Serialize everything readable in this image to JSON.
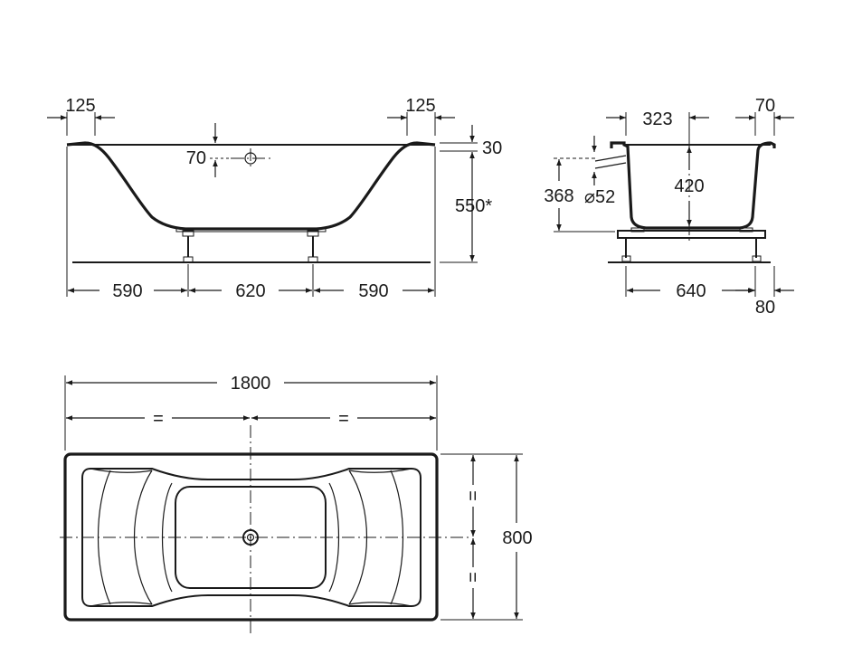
{
  "side_view": {
    "rim_left": "125",
    "rim_right": "125",
    "overflow_drop": "70",
    "rim_thickness": "30",
    "height": "550*",
    "leg_left": "590",
    "leg_middle": "620",
    "leg_right": "590"
  },
  "end_view": {
    "inner_top": "323",
    "rim": "70",
    "outlet_height": "368",
    "outlet_diameter": "⌀52",
    "depth": "420",
    "base_width": "640",
    "foot": "80"
  },
  "top_view": {
    "length": "1800",
    "half_left": "=",
    "half_right": "=",
    "width": "800",
    "equal_top": "=",
    "equal_bottom": "="
  }
}
